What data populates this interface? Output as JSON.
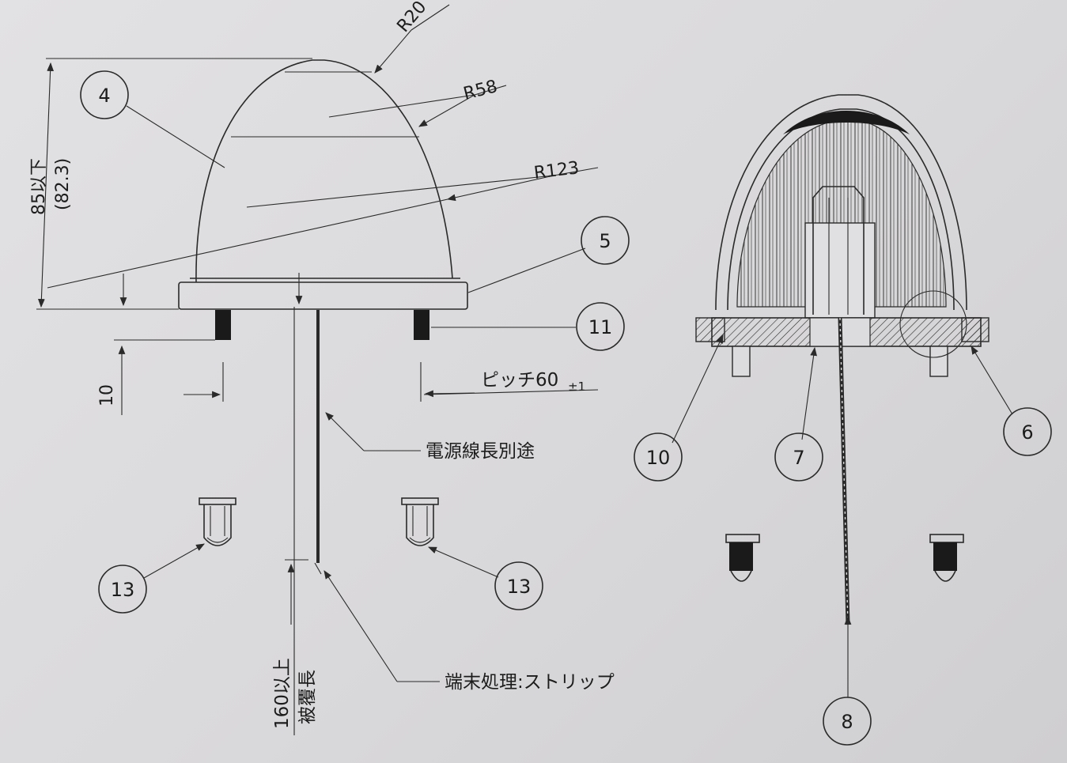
{
  "radii": {
    "r20": "R20",
    "r58": "R58",
    "r123": "R123"
  },
  "dimensions": {
    "height_max": "85以下",
    "height_nominal": "(82.3)",
    "stud_length": "10",
    "pitch": "ピッチ60",
    "pitch_tol": "±1",
    "cable_min": "160以上",
    "cable_jacket": "被覆長"
  },
  "notes": {
    "cable_length": "電源線長別途",
    "terminal": "端末処理:ストリップ"
  },
  "callouts": {
    "c4": "4",
    "c5": "5",
    "c11": "11",
    "c13a": "13",
    "c13b": "13",
    "c10": "10",
    "c7": "7",
    "c6": "6",
    "c8": "8"
  }
}
